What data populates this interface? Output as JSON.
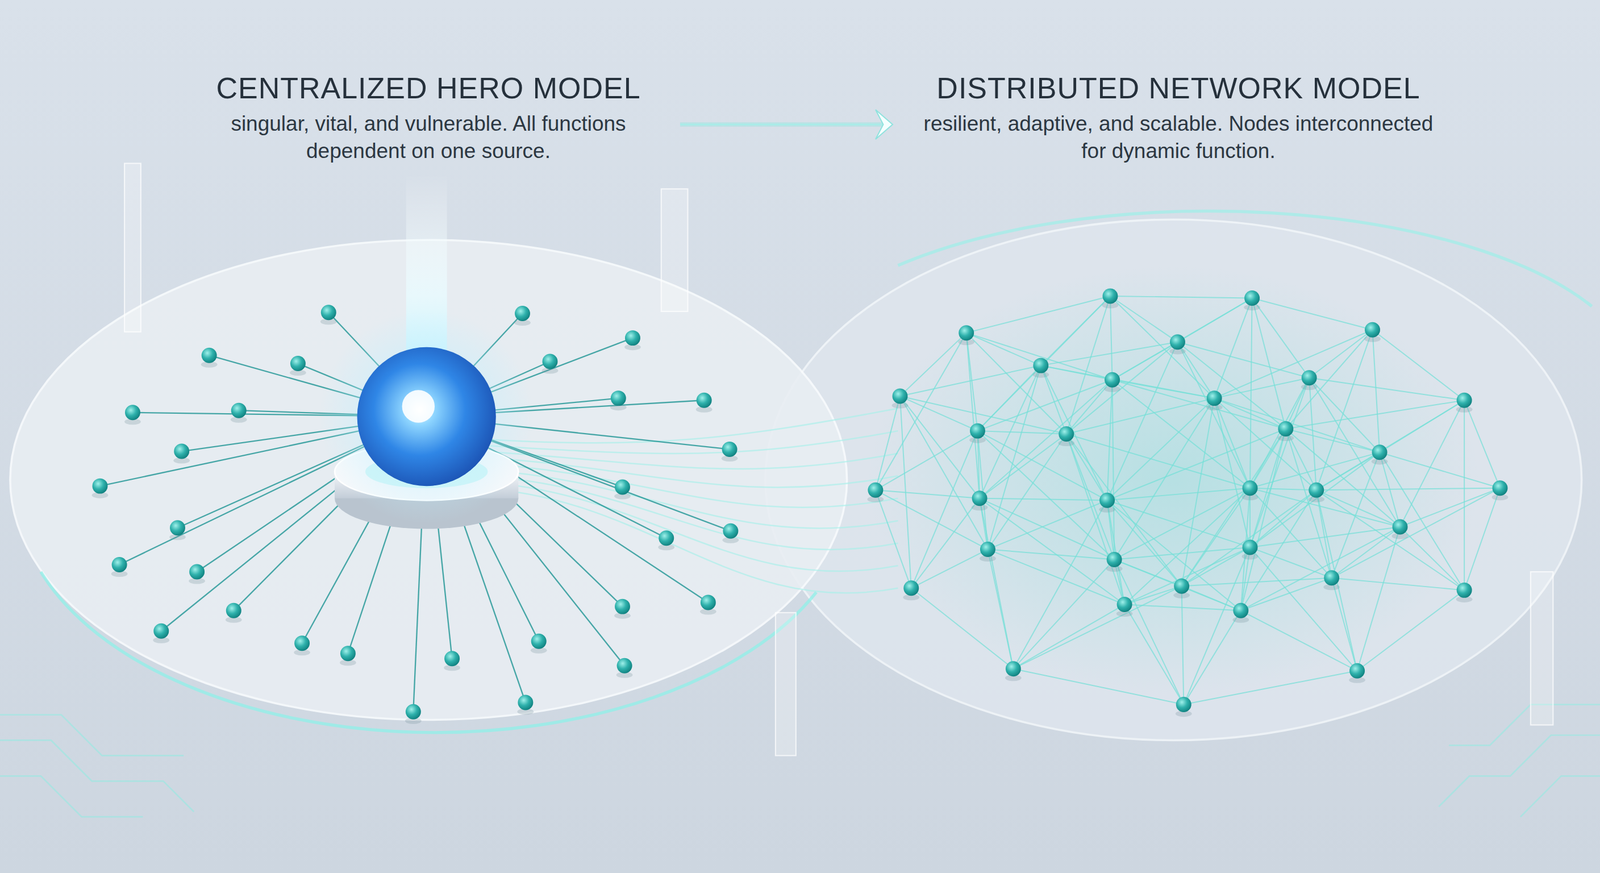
{
  "diagram": {
    "nodes": [
      {
        "text": [
          "CENTRALIZED HERO MODEL",
          "singular, vital, and vulnerable. All functions dependent on one source."
        ]
      },
      {
        "text": [
          "DISTRIBUTED NETWORK MODEL",
          "resilient, adaptive, and scalable. Nodes interconnected for dynamic function."
        ]
      }
    ],
    "edges": [
      {
        "from": 0,
        "to": 1,
        "arrow": "to"
      }
    ]
  }
}
